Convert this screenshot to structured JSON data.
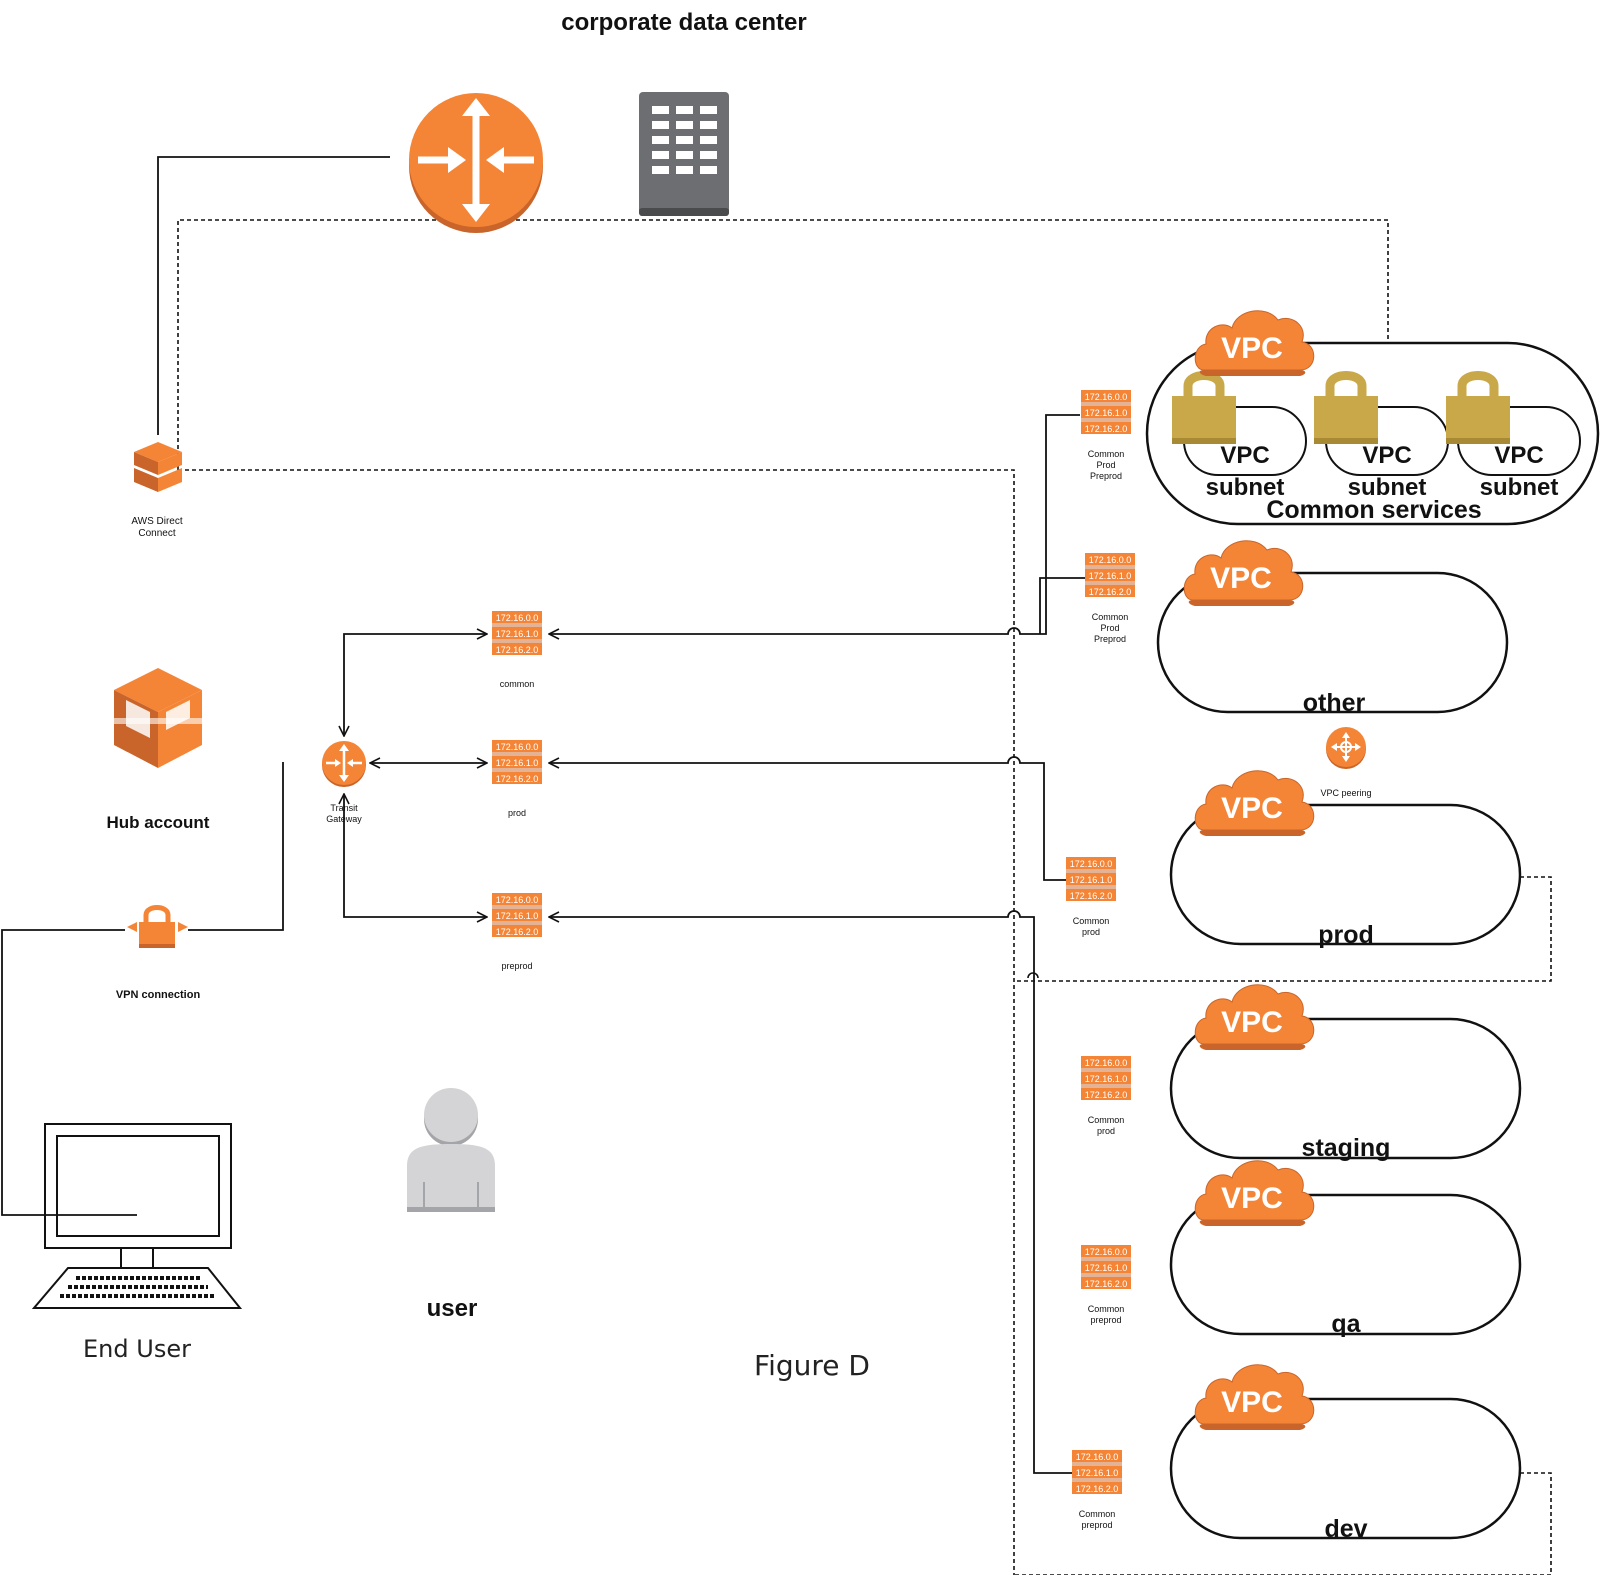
{
  "title": "corporate data center",
  "figure_label": "Figure D",
  "icons": {
    "router": "router-icon",
    "server": "server-rack-icon",
    "direct_connect": "aws-direct-connect-icon",
    "hub": "aws-organization-icon",
    "transit_gateway": "transit-gateway-icon",
    "vpn": "vpn-connection-icon",
    "computer": "computer-icon",
    "user": "user-icon",
    "vpc_peering": "vpc-peering-icon",
    "lock": "lock-icon",
    "cloud": "vpc-cloud-icon",
    "route_table": "route-table-icon"
  },
  "colors": {
    "aws_orange": "#f58536",
    "aws_orange_dark": "#c9652a",
    "lock_gold": "#c9a84a",
    "server_gray": "#6d6e71"
  },
  "labels": {
    "direct_connect": [
      "AWS Direct",
      "Connect"
    ],
    "hub_account": "Hub account",
    "transit_gateway": [
      "Transit",
      "Gateway"
    ],
    "vpn_connection": "VPN connection",
    "end_user": "End User",
    "user": "user",
    "vpc_peering": "VPC peering",
    "vpc_badge": "VPC",
    "vpc_subnet": [
      "VPC",
      "subnet"
    ]
  },
  "route_entries": [
    "172.16.0.0",
    "172.16.1.0",
    "172.16.2.0"
  ],
  "tgw_route_tables": [
    {
      "label": "common"
    },
    {
      "label": "prod"
    },
    {
      "label": "preprod"
    }
  ],
  "vpc_route_tables": [
    {
      "label": [
        "Common",
        "Prod",
        "Preprod"
      ]
    },
    {
      "label": [
        "Common",
        "Prod",
        "Preprod"
      ]
    },
    {
      "label": [
        "Common",
        "prod"
      ]
    },
    {
      "label": [
        "Common",
        "prod"
      ]
    },
    {
      "label": [
        "Common",
        "preprod"
      ]
    },
    {
      "label": [
        "Common",
        "preprod"
      ]
    }
  ],
  "vpcs": [
    {
      "name": "Common services"
    },
    {
      "name": "other"
    },
    {
      "name": "prod"
    },
    {
      "name": "staging"
    },
    {
      "name": "qa"
    },
    {
      "name": "dev"
    }
  ]
}
